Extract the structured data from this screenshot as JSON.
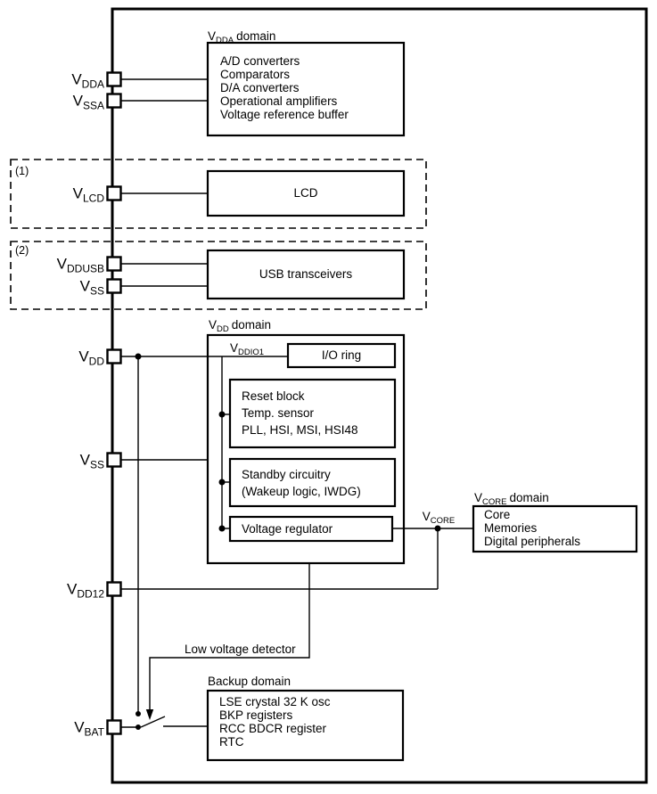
{
  "colors": {
    "ink": "#000000",
    "background": "#ffffff"
  },
  "pins": [
    {
      "v": "V",
      "sub": "DDA"
    },
    {
      "v": "V",
      "sub": "SSA"
    },
    {
      "v": "V",
      "sub": "LCD"
    },
    {
      "v": "V",
      "sub": "DDUSB"
    },
    {
      "v": "V",
      "sub": "SS"
    },
    {
      "v": "V",
      "sub": "DD"
    },
    {
      "v": "V",
      "sub": "SS"
    },
    {
      "v": "V",
      "sub": "DD12"
    },
    {
      "v": "V",
      "sub": "BAT"
    }
  ],
  "annotations": {
    "note1": "(1)",
    "note2": "(2)",
    "low_voltage_detector": "Low voltage detector",
    "vddio1": {
      "v": "V",
      "sub": "DDIO1"
    },
    "vcore_net": {
      "v": "V",
      "sub": "CORE"
    }
  },
  "domains": {
    "vdda": {
      "label": {
        "v": "V",
        "sub": "DDA",
        "rest": "domain"
      },
      "items": [
        "A/D converters",
        "Comparators",
        "D/A converters",
        "Operational amplifiers",
        "Voltage reference buffer"
      ]
    },
    "lcd": {
      "box": "LCD"
    },
    "usb": {
      "box": "USB transceivers"
    },
    "vdd": {
      "label": {
        "v": "V",
        "sub": "DD",
        "rest": "domain"
      },
      "io_ring": "I/O ring",
      "reset_block": [
        "Reset block",
        "Temp. sensor",
        "PLL, HSI, MSI, HSI48"
      ],
      "standby": [
        "Standby circuitry",
        "(Wakeup logic, IWDG)"
      ],
      "regulator": "Voltage regulator"
    },
    "vcore": {
      "label": {
        "v": "V",
        "sub": "CORE",
        "rest": "domain"
      },
      "items": [
        "Core",
        "Memories",
        "Digital peripherals"
      ]
    },
    "backup": {
      "label": "Backup domain",
      "items": [
        "LSE crystal 32 K osc",
        "BKP registers",
        "RCC BDCR register",
        "RTC"
      ]
    }
  }
}
